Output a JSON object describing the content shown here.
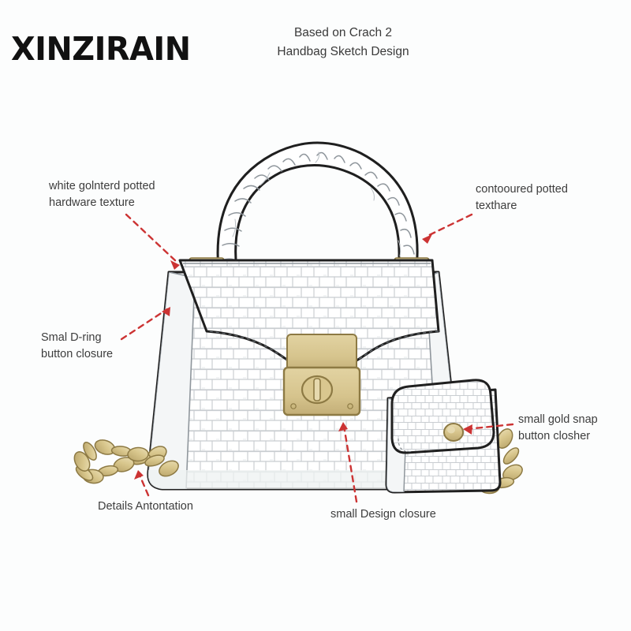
{
  "brand": {
    "logo_text": "XINZIRAIN"
  },
  "header": {
    "line1": "Based on Crach 2",
    "line2": "Handbag Sketch Design"
  },
  "annotations": [
    {
      "id": "hw-texture",
      "text": "white golnterd potted\nhardware texture"
    },
    {
      "id": "contour",
      "text": "contooured potted\ntexthare"
    },
    {
      "id": "dring",
      "text": "Smal D-ring\nbutton closure"
    },
    {
      "id": "details",
      "text": "Details Antontation"
    },
    {
      "id": "design",
      "text": "small Design closure"
    },
    {
      "id": "snap",
      "text": "small gold snap\nbutton closher"
    }
  ],
  "colors": {
    "background": "#fcfdfd",
    "ink": "#1a1a1a",
    "leather_fill": "#ffffff",
    "croc_line": "#c9cdd1",
    "gold_light": "#e4d5a4",
    "gold_mid": "#d3bf84",
    "gold_dark": "#b09b5e",
    "leader_red": "#cc3333",
    "text": "#3d3d3d"
  },
  "sketch": {
    "subject": "croc-embossed handbag with top handle, chain strap and mini pouch",
    "parts": [
      "ruched-top-handle",
      "gold-d-ring",
      "gold-chain-strap",
      "bag-body",
      "bag-flap",
      "gold-turnlock-closure",
      "mini-pouch",
      "mini-pouch-snap-button"
    ]
  }
}
